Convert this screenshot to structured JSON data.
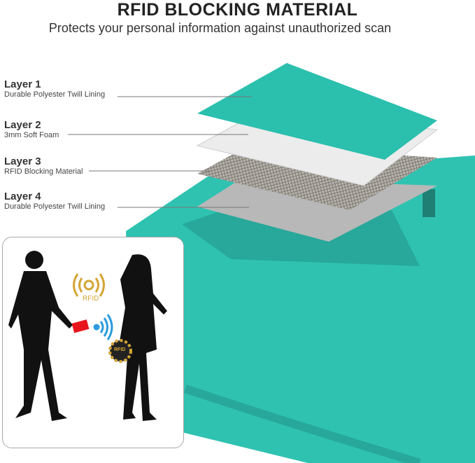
{
  "header": {
    "title": "RFID BLOCKING MATERIAL",
    "subtitle": "Protects your personal information against unauthorized scan"
  },
  "layers": [
    {
      "name": "Layer 1",
      "description": "Durable Polyester Twill Lining"
    },
    {
      "name": "Layer 2",
      "description": "3mm Soft Foam"
    },
    {
      "name": "Layer 3",
      "description": "RFID Blocking Material"
    },
    {
      "name": "Layer 4",
      "description": "Durable Polyester Twill Lining"
    }
  ],
  "illustration": {
    "rfid_label": "RFID",
    "badge_label": "RFID"
  },
  "colors": {
    "teal": "#2bbfae",
    "rfid_gold": "#d4a534",
    "signal_blue": "#2a9be0",
    "card_red": "#e8141c"
  }
}
